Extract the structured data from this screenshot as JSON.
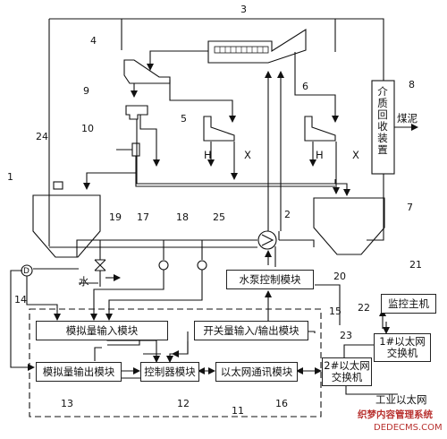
{
  "labels": {
    "n1": "1",
    "n2": "2",
    "n3": "3",
    "n4": "4",
    "n5": "5",
    "n6": "6",
    "n7": "7",
    "n8": "8",
    "n9": "9",
    "n10": "10",
    "n11": "11",
    "n12": "12",
    "n13": "13",
    "n14": "14",
    "n15": "15",
    "n16": "16",
    "n17": "17",
    "n18": "18",
    "n19": "19",
    "n20": "20",
    "n21": "21",
    "n22": "22",
    "n23": "23",
    "n24": "24",
    "n25": "25",
    "h1": "H",
    "x1": "X",
    "h2": "H",
    "x2": "X",
    "water": "水",
    "slime": "煤泥",
    "d_symbol": "D",
    "industrial_ethernet": "工业以太网"
  },
  "modules": {
    "pump_control": "水泵控制模块",
    "analog_input": "模拟量输入模块",
    "switch_io": "开关量输入/输出模块",
    "analog_output": "模拟量输出模块",
    "controller": "控制器模块",
    "ethernet_comm": "以太网通讯模块",
    "monitor_host": "监控主机",
    "switch1_line1": "1#以太网",
    "switch1_line2": "交换机",
    "switch2_line1": "2#以太网",
    "switch2_line2": "交换机",
    "medium_recovery": "介质回收装置"
  },
  "watermark": {
    "line1": "织梦内容管理系统",
    "line2": "DEDECMS.COM"
  }
}
